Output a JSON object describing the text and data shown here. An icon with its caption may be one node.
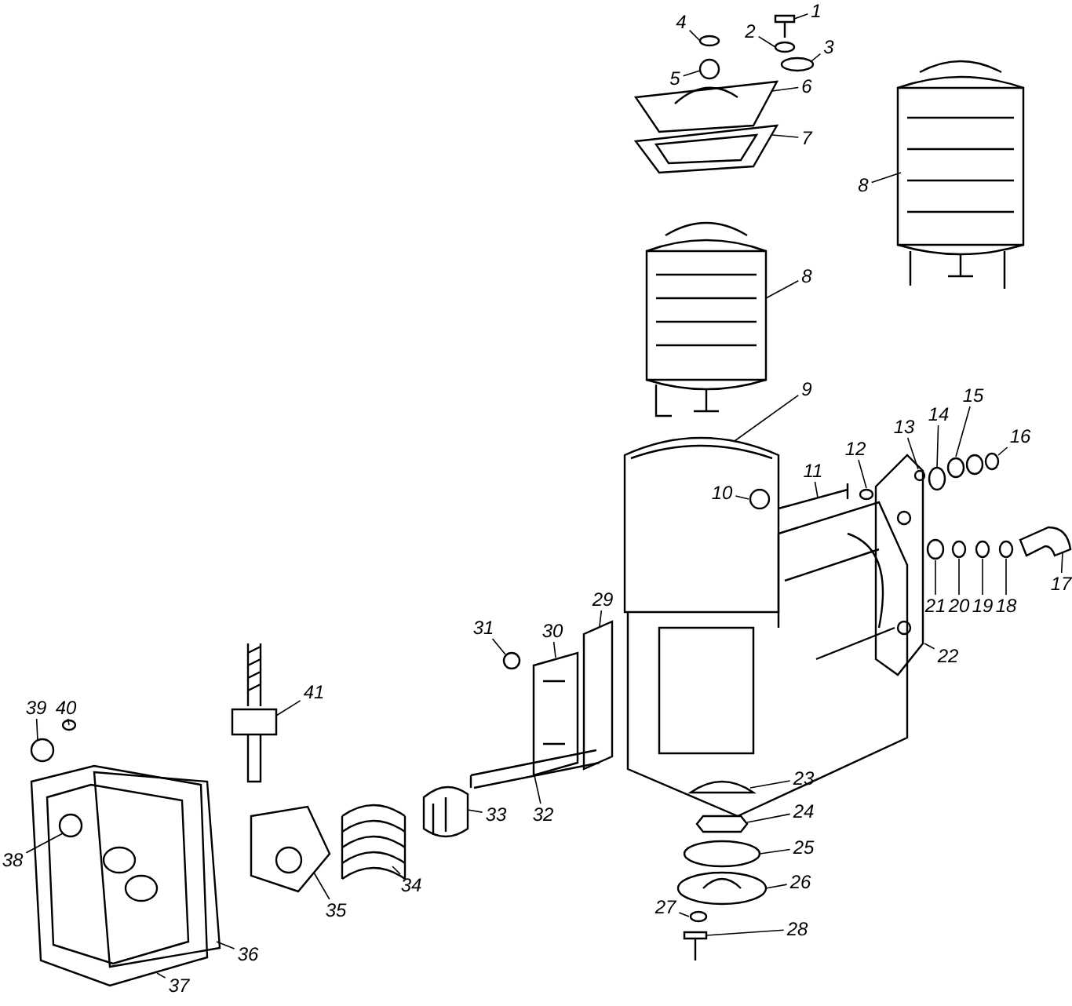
{
  "diagram": {
    "nodes": [
      {
        "text": [
          "1"
        ]
      },
      {
        "text": [
          "2"
        ]
      },
      {
        "text": [
          "3"
        ]
      },
      {
        "text": [
          "4"
        ]
      },
      {
        "text": [
          "5"
        ]
      },
      {
        "text": [
          "6"
        ]
      },
      {
        "text": [
          "7"
        ]
      },
      {
        "text": [
          "8"
        ]
      },
      {
        "text": [
          "8"
        ]
      },
      {
        "text": [
          "9"
        ]
      },
      {
        "text": [
          "10"
        ]
      },
      {
        "text": [
          "11"
        ]
      },
      {
        "text": [
          "12"
        ]
      },
      {
        "text": [
          "13"
        ]
      },
      {
        "text": [
          "14"
        ]
      },
      {
        "text": [
          "15"
        ]
      },
      {
        "text": [
          "16"
        ]
      },
      {
        "text": [
          "17"
        ]
      },
      {
        "text": [
          "18"
        ]
      },
      {
        "text": [
          "19"
        ]
      },
      {
        "text": [
          "20"
        ]
      },
      {
        "text": [
          "21"
        ]
      },
      {
        "text": [
          "22"
        ]
      },
      {
        "text": [
          "23"
        ]
      },
      {
        "text": [
          "24"
        ]
      },
      {
        "text": [
          "25"
        ]
      },
      {
        "text": [
          "26"
        ]
      },
      {
        "text": [
          "27"
        ]
      },
      {
        "text": [
          "28"
        ]
      },
      {
        "text": [
          "29"
        ]
      },
      {
        "text": [
          "30"
        ]
      },
      {
        "text": [
          "31"
        ]
      },
      {
        "text": [
          "32"
        ]
      },
      {
        "text": [
          "33"
        ]
      },
      {
        "text": [
          "34"
        ]
      },
      {
        "text": [
          "35"
        ]
      },
      {
        "text": [
          "36"
        ]
      },
      {
        "text": [
          "37"
        ]
      },
      {
        "text": [
          "38"
        ]
      },
      {
        "text": [
          "39"
        ]
      },
      {
        "text": [
          "40"
        ]
      },
      {
        "text": [
          "41"
        ]
      }
    ],
    "edges": [
      {
        "from": 0,
        "to": null,
        "arrow": "none"
      },
      {
        "from": 1,
        "to": null,
        "arrow": "none"
      },
      {
        "from": 2,
        "to": null,
        "arrow": "none"
      },
      {
        "from": 3,
        "to": null,
        "arrow": "none"
      },
      {
        "from": 4,
        "to": null,
        "arrow": "none"
      },
      {
        "from": 5,
        "to": null,
        "arrow": "none"
      },
      {
        "from": 6,
        "to": null,
        "arrow": "none"
      },
      {
        "from": 7,
        "to": null,
        "arrow": "none"
      },
      {
        "from": 8,
        "to": null,
        "arrow": "none"
      },
      {
        "from": 9,
        "to": null,
        "arrow": "none"
      },
      {
        "from": 10,
        "to": null,
        "arrow": "none"
      },
      {
        "from": 11,
        "to": null,
        "arrow": "none"
      },
      {
        "from": 12,
        "to": null,
        "arrow": "none"
      },
      {
        "from": 13,
        "to": null,
        "arrow": "none"
      },
      {
        "from": 14,
        "to": null,
        "arrow": "none"
      },
      {
        "from": 15,
        "to": null,
        "arrow": "none"
      },
      {
        "from": 16,
        "to": null,
        "arrow": "none"
      },
      {
        "from": 17,
        "to": null,
        "arrow": "none"
      },
      {
        "from": 18,
        "to": null,
        "arrow": "none"
      },
      {
        "from": 19,
        "to": null,
        "arrow": "none"
      },
      {
        "from": 20,
        "to": null,
        "arrow": "none"
      },
      {
        "from": 21,
        "to": null,
        "arrow": "none"
      },
      {
        "from": 22,
        "to": null,
        "arrow": "none"
      },
      {
        "from": 23,
        "to": null,
        "arrow": "none"
      },
      {
        "from": 24,
        "to": null,
        "arrow": "none"
      },
      {
        "from": 25,
        "to": null,
        "arrow": "none"
      },
      {
        "from": 26,
        "to": null,
        "arrow": "none"
      },
      {
        "from": 27,
        "to": null,
        "arrow": "none"
      },
      {
        "from": 28,
        "to": null,
        "arrow": "none"
      },
      {
        "from": 29,
        "to": null,
        "arrow": "none"
      },
      {
        "from": 30,
        "to": null,
        "arrow": "none"
      },
      {
        "from": 31,
        "to": null,
        "arrow": "none"
      },
      {
        "from": 32,
        "to": null,
        "arrow": "none"
      },
      {
        "from": 33,
        "to": null,
        "arrow": "none"
      },
      {
        "from": 34,
        "to": null,
        "arrow": "none"
      },
      {
        "from": 35,
        "to": null,
        "arrow": "none"
      },
      {
        "from": 36,
        "to": null,
        "arrow": "none"
      },
      {
        "from": 37,
        "to": null,
        "arrow": "none"
      },
      {
        "from": 38,
        "to": null,
        "arrow": "none"
      },
      {
        "from": 39,
        "to": null,
        "arrow": "none"
      },
      {
        "from": 40,
        "to": null,
        "arrow": "none"
      },
      {
        "from": 41,
        "to": null,
        "arrow": "none"
      }
    ]
  }
}
